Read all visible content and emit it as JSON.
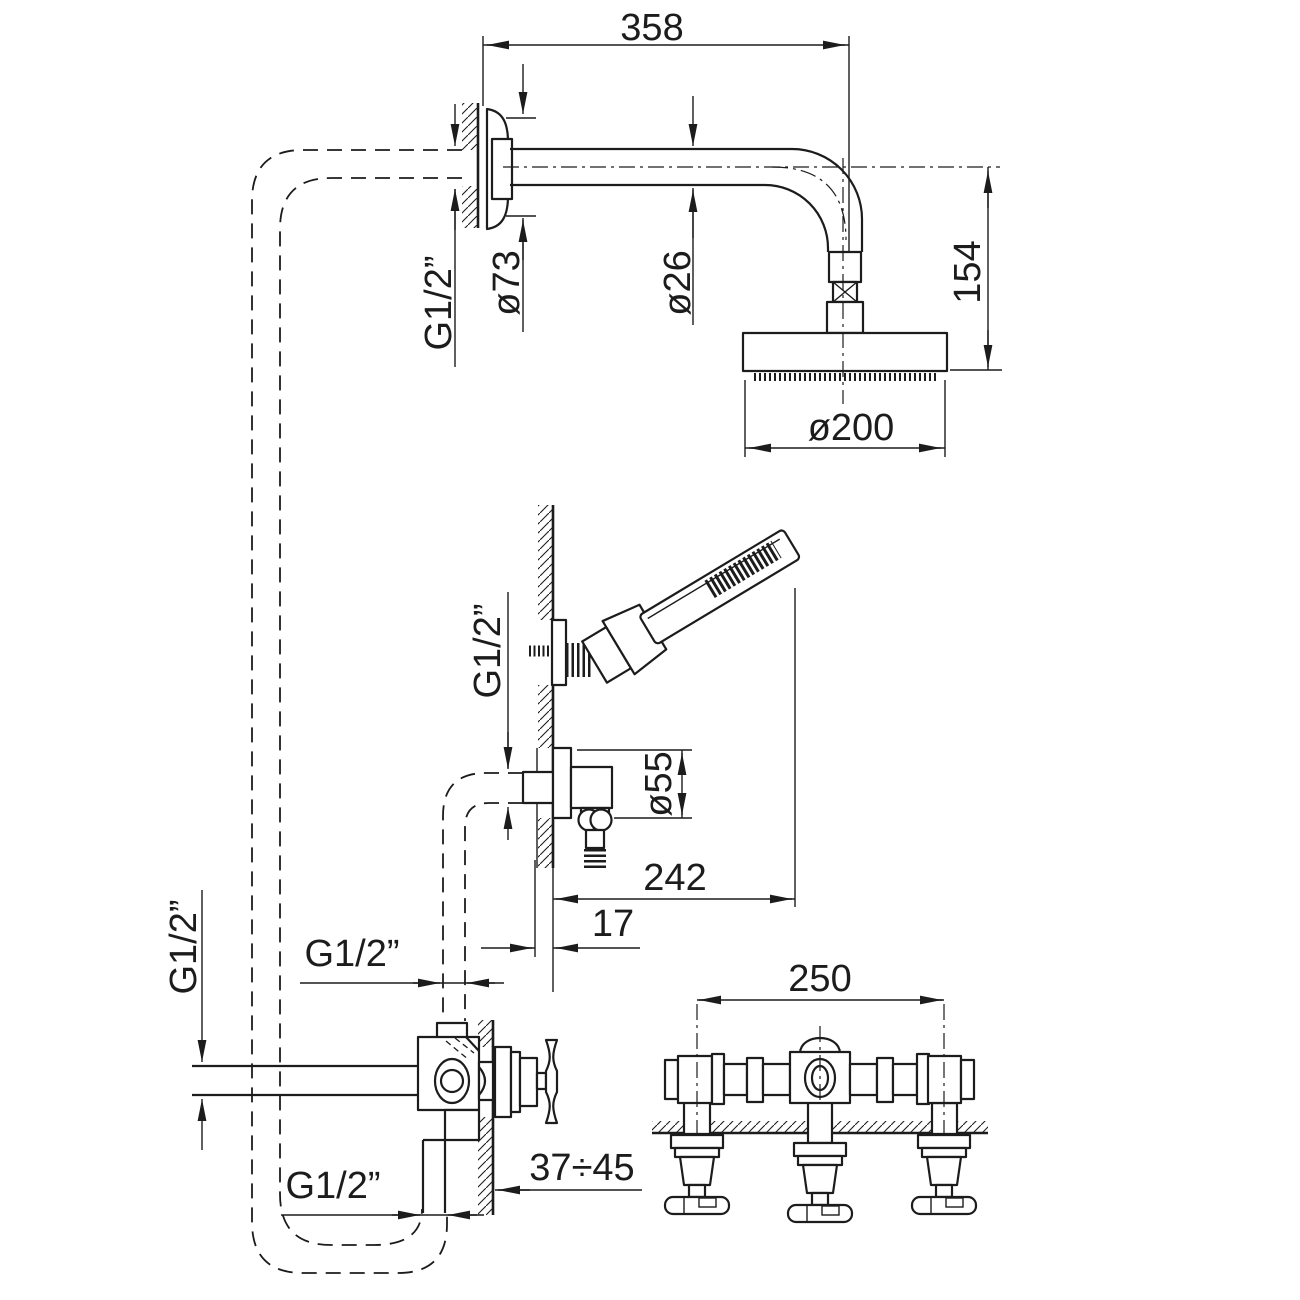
{
  "palette": {
    "ink": "#1c1c1c",
    "background": "#ffffff"
  },
  "dimensions": {
    "arm_length": "358",
    "arm_thread": "G1/2”",
    "flange_diameter": "ø73",
    "arm_diameter": "ø26",
    "head_offset": "154",
    "head_diameter": "ø200",
    "holder_thread": "G1/2”",
    "outlet_diameter": "ø55",
    "outlet_distance": "242",
    "outlet_wall_gap": "17",
    "supply_thread": "G1/2”",
    "riser_thread": "G1/2”",
    "valve_outlet_thread": "G1/2”",
    "embed_depth_range": "37÷45",
    "valve_spacing": "250"
  }
}
